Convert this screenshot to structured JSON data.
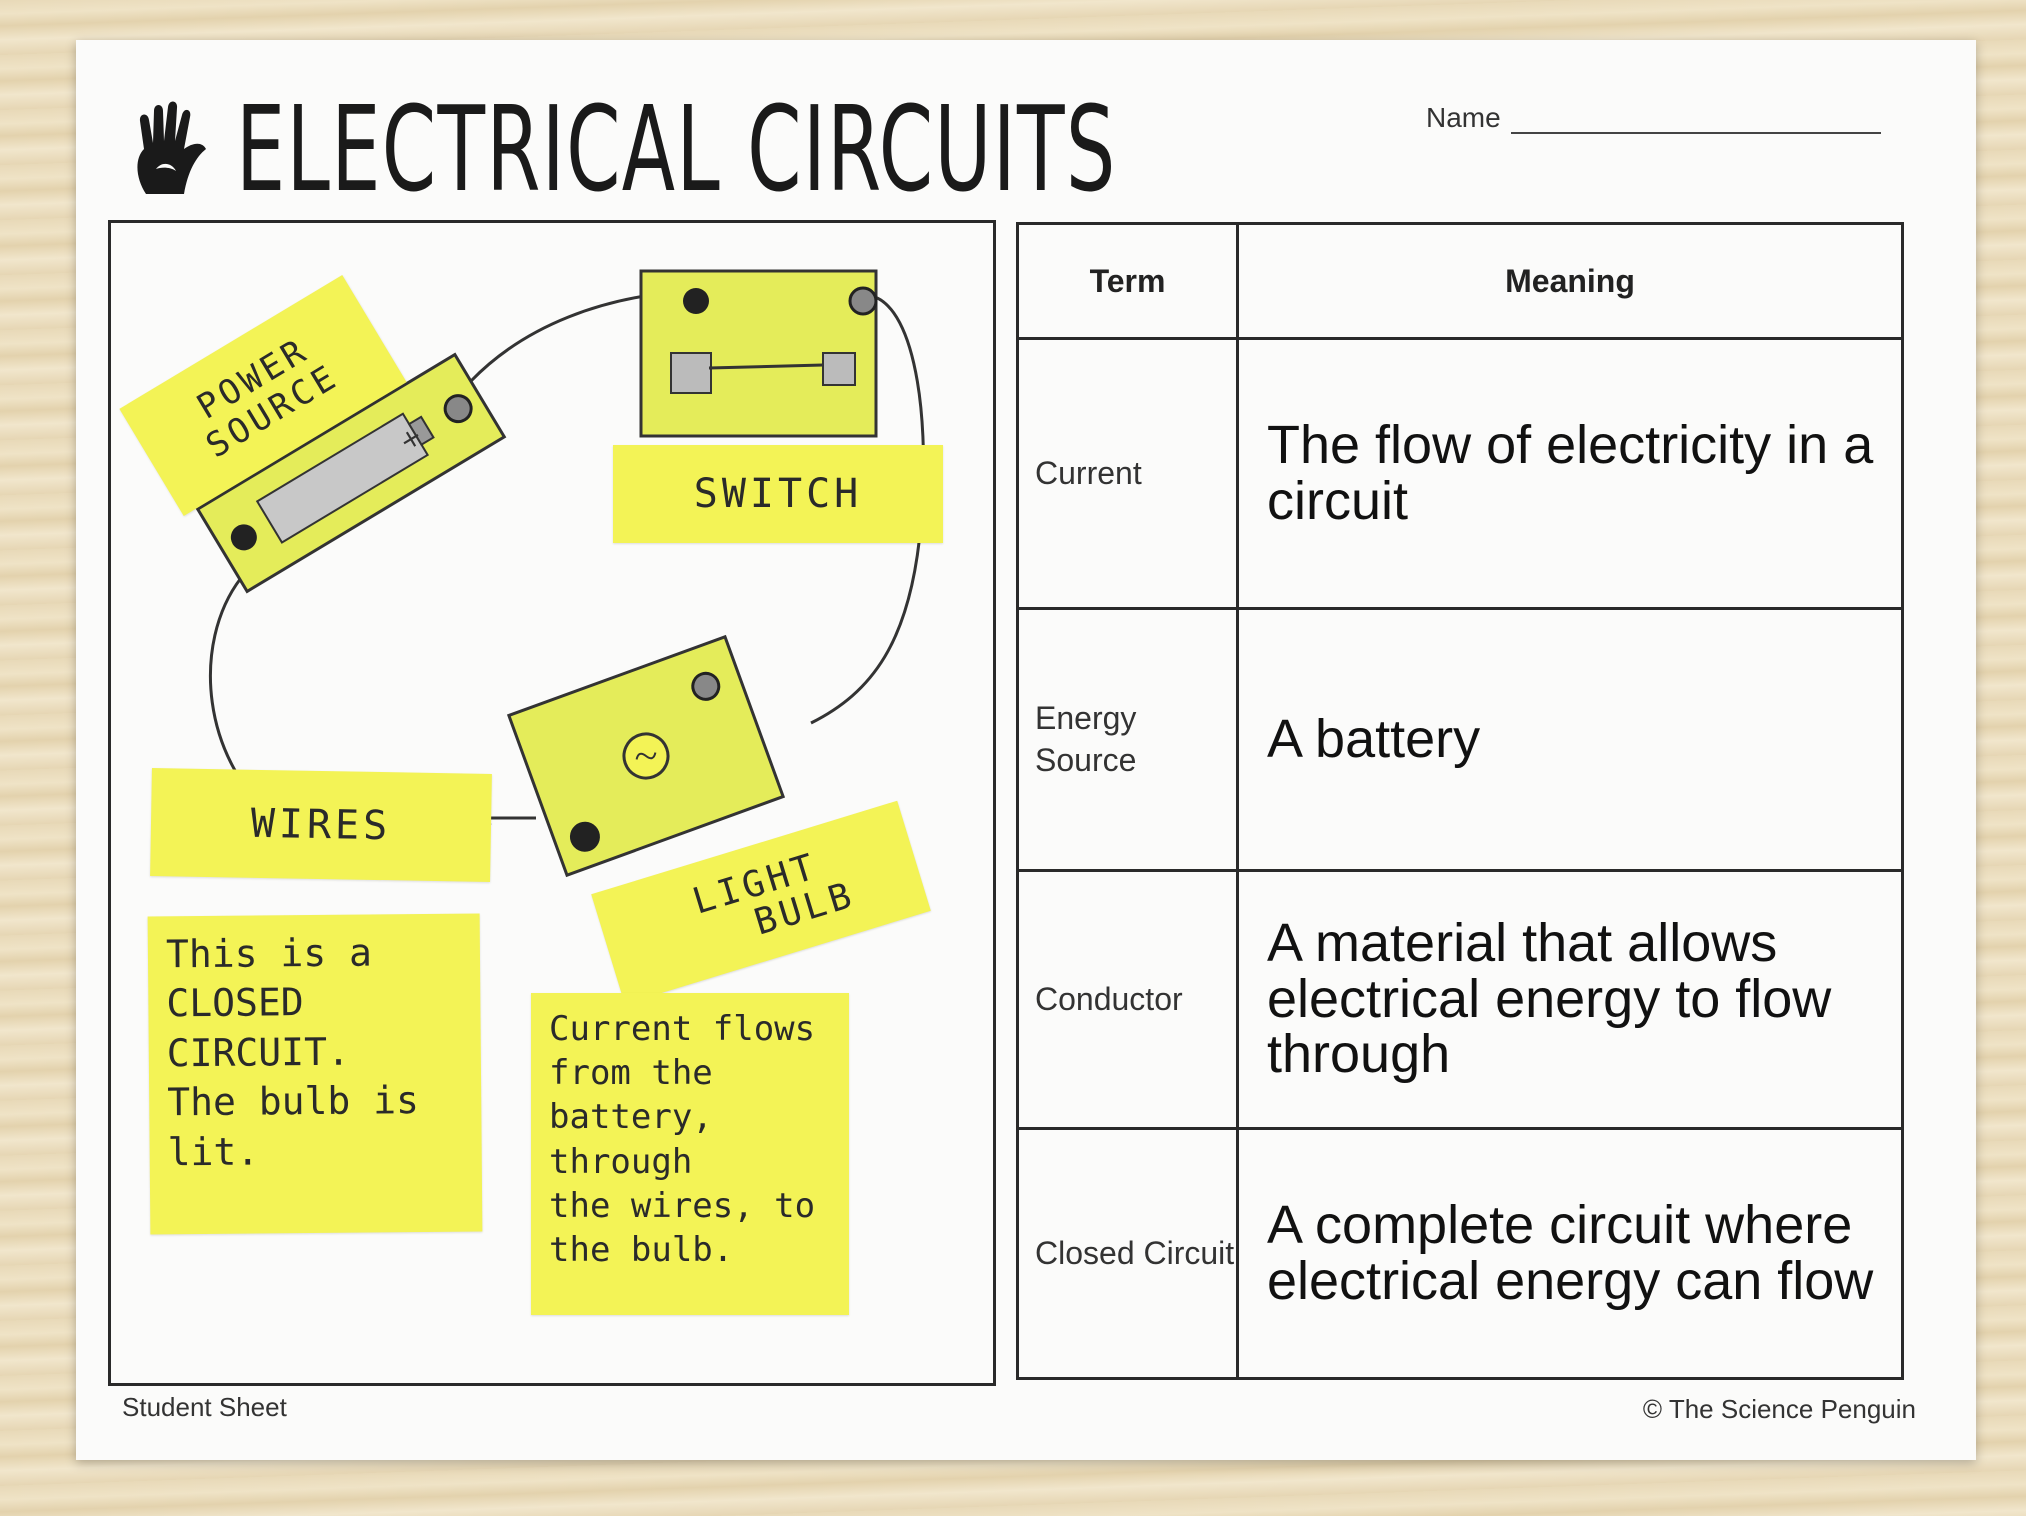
{
  "worksheet": {
    "title": "ELECTRICAL CIRCUITS",
    "name_label": "Name",
    "footer_left": "Student Sheet",
    "footer_right": "© The Science Penguin"
  },
  "diagram": {
    "labels": {
      "power_source_1": "POWER",
      "power_source_2": "SOURCE",
      "switch": "SWITCH",
      "wires": "WIRES",
      "light_bulb_1": "LIGHT",
      "light_bulb_2": "BULB"
    },
    "notes": {
      "closed_circuit": "This is a\nCLOSED\nCIRCUIT.\nThe bulb is\nlit.",
      "current_flow": "Current flows\nfrom the\nbattery, through\nthe wires, to\nthe bulb."
    },
    "colors": {
      "sticky": "#f3f356",
      "component": "#e4ec5a"
    }
  },
  "table": {
    "header_term": "Term",
    "header_meaning": "Meaning",
    "rows": [
      {
        "term": "Current",
        "meaning": "The flow of electricity in a circuit"
      },
      {
        "term": "Energy Source",
        "meaning": "A battery"
      },
      {
        "term": "Conductor",
        "meaning": "A material that allows electrical energy to flow through"
      },
      {
        "term": "Closed Circuit",
        "meaning": "A complete circuit where electrical energy can flow"
      }
    ]
  }
}
